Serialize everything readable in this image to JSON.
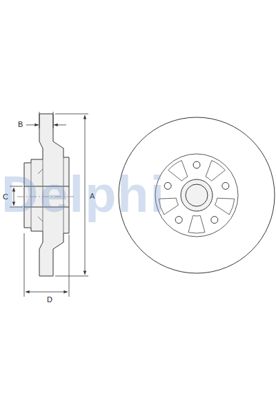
{
  "diagram": {
    "labels": [
      "B",
      "C",
      "A",
      "D",
      "Delphi"
    ]
  }
}
